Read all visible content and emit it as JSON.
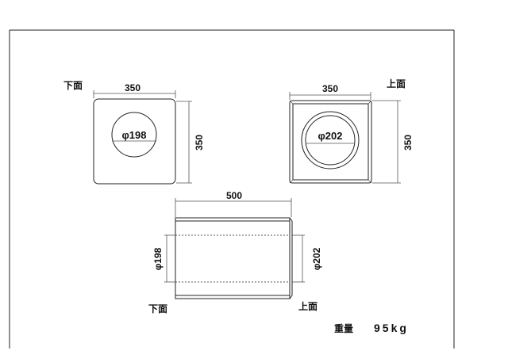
{
  "bottom_view": {
    "label": "下面",
    "width": "350",
    "height": "350",
    "hole": "φ198"
  },
  "top_view": {
    "label": "上面",
    "width": "350",
    "height": "350",
    "hole": "φ202"
  },
  "side_view": {
    "length": "500",
    "left_diameter": "φ198",
    "right_diameter": "φ202",
    "left_label": "下面",
    "right_label": "上面"
  },
  "weight": {
    "label": "重量",
    "value": "95kg"
  }
}
